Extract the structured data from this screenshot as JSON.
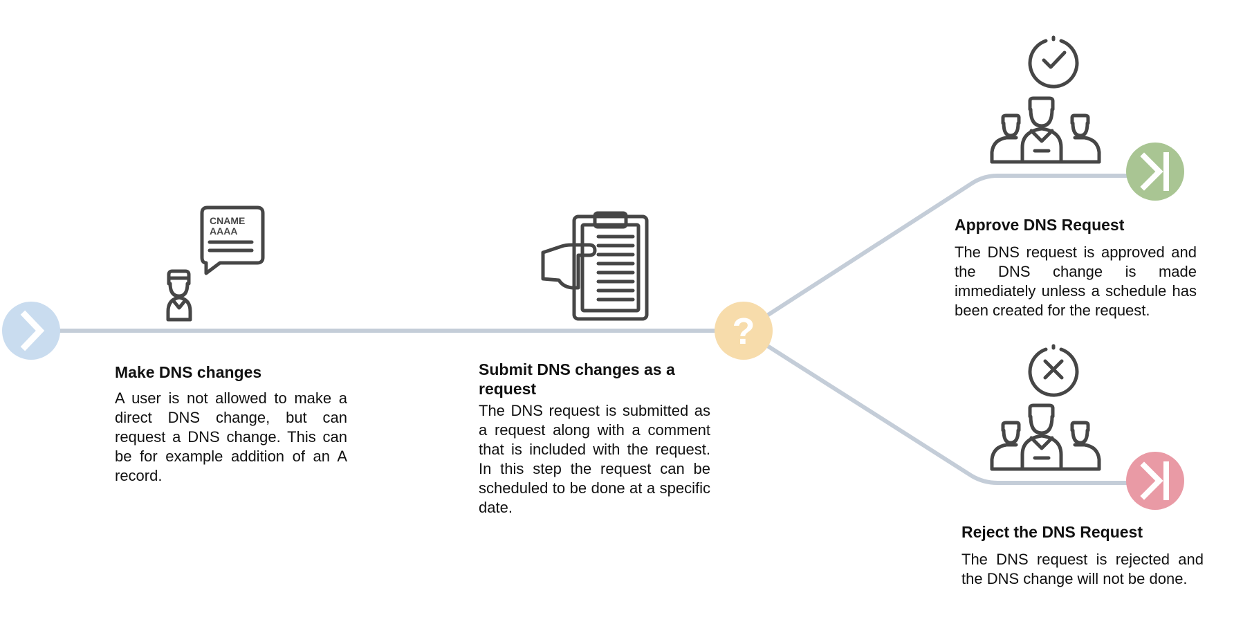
{
  "colors": {
    "line": "#c4cdd8",
    "icon": "#464646",
    "start": "#c9dcef",
    "decision": "#f7dcab",
    "approve": "#a9c593",
    "reject": "#e99aa5"
  },
  "icons": {
    "start": "chevron-right-icon",
    "decision": "question-mark-icon",
    "approve_end": "skip-to-end-icon",
    "reject_end": "skip-to-end-icon"
  },
  "steps": {
    "make": {
      "title": "Make DNS changes",
      "body": "A user is not allowed to make a direct DNS change, but can request a DNS change. This can be for example addition of an A record.",
      "bubble_line1": "CNAME",
      "bubble_line2": "AAAA"
    },
    "submit": {
      "title": "Submit DNS changes as a request",
      "body": "The DNS request is submitted as a request along with a comment that is included with the request. In this step the request can be scheduled to be done at a specific date."
    },
    "decision": {
      "symbol": "?"
    },
    "approve": {
      "title": "Approve DNS Request",
      "body": "The DNS request is approved and the DNS change is made immediately unless a schedule has been created for the request."
    },
    "reject": {
      "title": "Reject the DNS Request",
      "body": "The DNS request is rejected and the DNS change will not be done."
    }
  }
}
